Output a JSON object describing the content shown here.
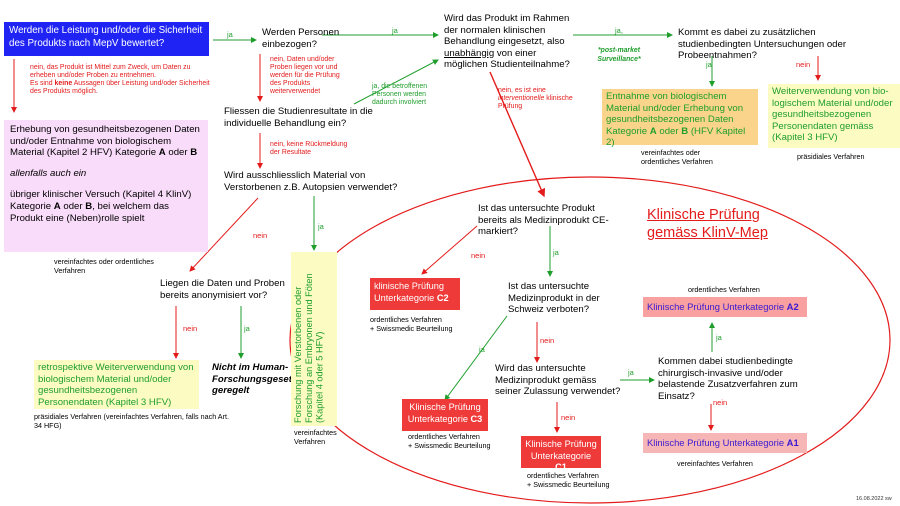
{
  "colors": {
    "blue": "#1f24f5",
    "red_arrow": "#e31b1b",
    "green_arrow": "#1f9e2c",
    "pink_box": "#f9dcf9",
    "yellow_box": "#fbfbc2",
    "orange_box": "#f9d48a",
    "red_box": "#ef3a3a",
    "pink_red_box": "#f7a8a8"
  },
  "start": {
    "text": "Werden die Leistung und/oder die Sicherheit des Produkts nach MepV bewertet?"
  },
  "labels": {
    "ja1": "ja",
    "ja2": "ja",
    "ja3": "ja,",
    "ja4": "ja",
    "ja5": "ja",
    "ja6": "ja",
    "ja7": "ja",
    "ja8": "ja",
    "ja9": "ja",
    "ja10": "ja",
    "nein1": "nein",
    "nein2": "nein",
    "nein3": "nein",
    "nein4": "nein",
    "nein5": "nein",
    "nein6": "nein",
    "nein7": "nein",
    "post_market": "*post-market Surveillance*",
    "ja_persons": "ja, die betroffenen Personen werden dadurch involviert",
    "nein_interventionelle_prefix": "nein, es ist eine",
    "nein_interventionelle_em": "interventionelle",
    "nein_interventionelle_suffix": "klinische Prüfung"
  },
  "notes": {
    "nein_mittel": "nein, das Produkt ist Mittel zum Zweck, um Daten zu erheben und/oder Proben zu entnehmen.",
    "nein_aussagen_pre": "Es sind",
    "nein_aussagen_bold": "keine",
    "nein_aussagen_post": "Aussagen über Leistung und/oder Sicherheit des Produkts möglich.",
    "nein_daten": "nein, Daten und/oder Proben liegen vor und werden für die Prüfung des Produkts weiterverwendet",
    "nein_rueckmeldung": "nein, keine Rückmeldung der Resultate"
  },
  "questions": {
    "personen": "Werden Personen einbezogen?",
    "studienresultate": "Fliessen die Studienresultate in die individuelle Behandlung ein?",
    "verstorbene": "Wird ausschliesslich Material von Verstorbenen z.B. Autopsien verwendet?",
    "anonymisiert": "Liegen die Daten und Proben bereits anonymisiert vor?",
    "rahmen_1": "Wird das Produkt im Rahmen der normalen klinischen Behandlung eingesetzt, also",
    "rahmen_u": "unabhängig",
    "rahmen_2": "von einer möglichen Studienteilnahme?",
    "zusaetzlich": "Kommt es dabei zu zusätzlichen studienbedingten Untersuchungen oder Probeentnahmen?",
    "ce": "Ist das untersuchte Produkt bereits als Medizinprodukt CE-markiert?",
    "verboten": "Ist das untersuchte Medizinprodukt in der Schweiz verboten?",
    "zulassung": "Wird das untersuchte Medizinprodukt gemäss seiner Zulassung verwendet?",
    "invasiv": "Kommen dabei studienbedingte chirurgisch-invasive und/oder belastende Zusatzverfahren zum Einsatz?"
  },
  "boxes": {
    "erhebung_1": "Erhebung von gesundheitsbezogenen Daten und/oder Entnahme von biologischem Material (Kapitel 2 HFV) Kategorie",
    "erhebung_a": "A",
    "erhebung_oder": "oder",
    "erhebung_b": "B",
    "allenfalls": "allenfalls auch ein",
    "uebriger_1": "übriger klinischer Versuch (Kapitel 4 KlinV) Kategorie",
    "uebriger_a": "A",
    "uebriger_oder": "oder",
    "uebriger_b": "B",
    "uebriger_2": ", bei welchem das Produkt eine (Neben)rolle spielt",
    "retro": "retrospektive Weiterverwendung von biologischem Material und/oder gesundheitsbezogenen Personendaten (Kapitel 3 HFV)",
    "nicht_hfg": "Nicht im Human-Forschungsgesetz geregelt",
    "verstorbene_box": "Forschung mit Verstorbenen oder Forschung an Embryonen und Föten (Kapitel 4 oder 5 HFV)",
    "entnahme_1": "Entnahme von biologischem Material und/oder Erhebung von gesundheitsbezogenen Daten Kategorie",
    "entnahme_a": "A",
    "entnahme_oder": "oder",
    "entnahme_b": "B",
    "entnahme_2": "(HFV Kapitel 2)",
    "weiterverwendung": "Weiterverwendung von bio-logischem Material und/oder gesundheitsbezogenen Personendaten gemäss (Kapitel 3 HFV)",
    "klinv_title_1": "Klinische Prüfung",
    "klinv_title_2": "gemäss KlinV-Mep",
    "c2_1": "klinische Prüfung Unterkategorie",
    "c2_bold": "C2",
    "c3_1": "Klinische Prüfung Unterkategorie",
    "c3_bold": "C3",
    "c1_1": "Klinische Prüfung Unterkategorie",
    "c1_bold": "C1",
    "a2_1": "Klinische Prüfung Unterkategorie",
    "a2_bold": "A2",
    "a1_1": "Klinische Prüfung Unterkategorie",
    "a1_bold": "A1"
  },
  "procedures": {
    "vereinfacht_ordentlich_1": "vereinfachtes oder ordentliches Verfahren",
    "vereinfacht_ordentlich_2": "vereinfachtes oder ordentliches Verfahren",
    "praesidial_1": "präsidiales Verfahren",
    "praesidial_2": "präsidiales Verfahren (vereinfachtes Verfahren, falls nach Art. 34 HFG)",
    "vereinfacht_1": "vereinfachtes Verfahren",
    "ordentlich_c2": "ordentliches Verfahren",
    "swissmedic_c2": "+ Swissmedic Beurteilung",
    "ordentlich_c3": "ordentliches Verfahren",
    "swissmedic_c3": "+ Swissmedic Beurteilung",
    "ordentlich_c1": "ordentliches Verfahren",
    "swissmedic_c1": "+ Swissmedic Beurteilung",
    "ordentlich_a2": "ordentliches Verfahren",
    "vereinfacht_a1": "vereinfachtes Verfahren"
  },
  "footer": {
    "date": "16.08.2022 sw"
  }
}
